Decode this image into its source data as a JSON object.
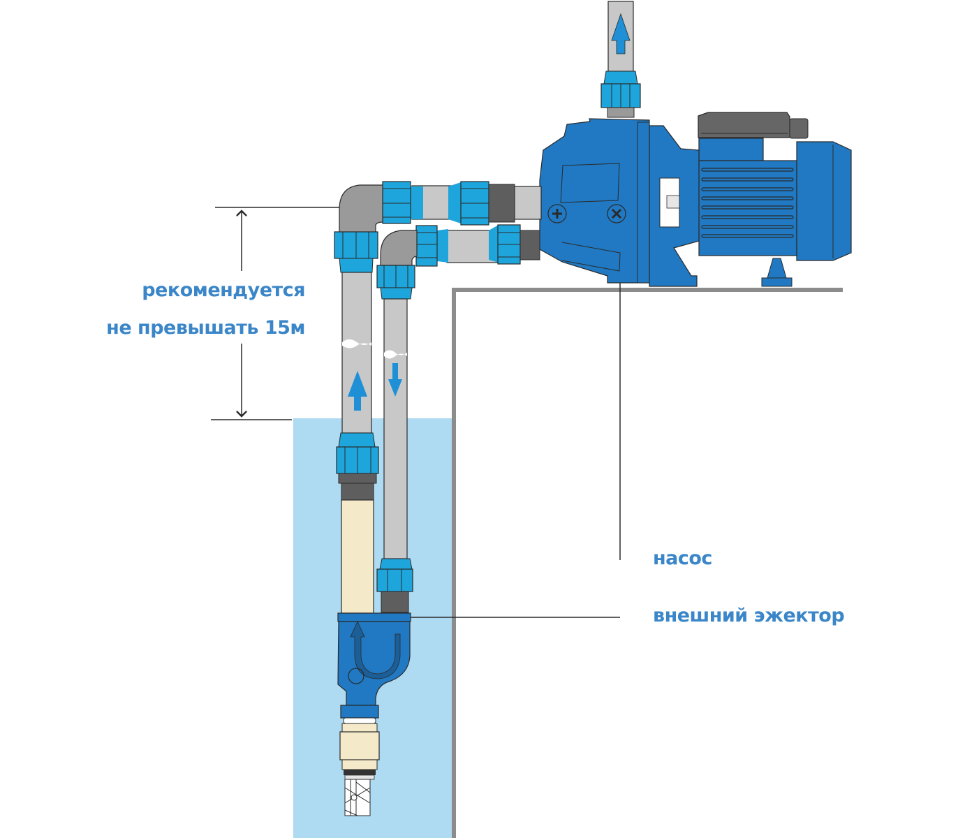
{
  "diagram": {
    "title": "Pump installation with external ejector",
    "colors": {
      "label_text": "#3a86c8",
      "water": "#aedaf2",
      "pipe": "#c8c8c8",
      "elbow": "#9a9a9a",
      "coupling": "#1ea5dc",
      "pump_body": "#2079c2",
      "dark_fitting": "#5e5e5e",
      "cream_pipe": "#f4e9c8",
      "arrow": "#1f8fd6",
      "outline": "#2a2a2a",
      "wall": "#8c8c8c"
    },
    "labels": {
      "height_note_line1": "рекомендуется",
      "height_note_line2": "не превышать 15м",
      "pump": "насос",
      "ejector": "внешний эжектор"
    },
    "components": [
      {
        "name": "pump",
        "label_ref": "pump"
      },
      {
        "name": "external-ejector",
        "label_ref": "ejector"
      },
      {
        "name": "suction-pipe",
        "flow": "up"
      },
      {
        "name": "pressure-return-pipe",
        "flow": "down"
      },
      {
        "name": "discharge-pipe",
        "flow": "up"
      },
      {
        "name": "foot-strainer"
      },
      {
        "name": "well-water"
      }
    ],
    "dimension": {
      "max_height_m": 15
    }
  }
}
